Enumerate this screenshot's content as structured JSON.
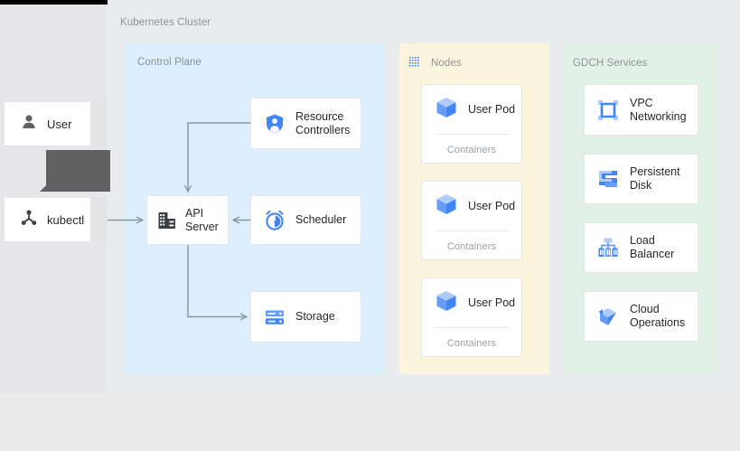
{
  "diagram": {
    "cluster_label": "Kubernetes Cluster",
    "panels": [
      {
        "key": "control",
        "title": "Control Plane",
        "color": "#dbeffc"
      },
      {
        "key": "nodes",
        "title": "Nodes",
        "color": "#fdf4dd",
        "icon": "node-grid-icon"
      },
      {
        "key": "gdch",
        "title": "GDCH Services",
        "color": "#e2f1e8"
      }
    ],
    "actors": [
      {
        "key": "user",
        "label": "User",
        "icon": "user-icon"
      },
      {
        "key": "kubectl",
        "label": "kubectl",
        "icon": "kubectl-icon"
      }
    ],
    "callout": {
      "color": "#616161"
    },
    "control_plane": {
      "api_server": {
        "label": "API\nServer",
        "icon": "api-server-icon"
      },
      "resource_controllers": {
        "label": "Resource\nControllers",
        "icon": "shield-user-icon"
      },
      "scheduler": {
        "label": "Scheduler",
        "icon": "clock-icon"
      },
      "storage": {
        "label": "Storage",
        "icon": "database-icon"
      }
    },
    "pods": [
      {
        "label": "User Pod",
        "footer": "Containers",
        "icon": "pod-cube-icon"
      },
      {
        "label": "User Pod",
        "footer": "Containers",
        "icon": "pod-cube-icon"
      },
      {
        "label": "User Pod",
        "footer": "Containers",
        "icon": "pod-cube-icon"
      }
    ],
    "gdch_services": [
      {
        "label": "VPC\nNetworking",
        "icon": "vpc-networking-icon"
      },
      {
        "label": "Persistent\nDisk",
        "icon": "persistent-disk-icon"
      },
      {
        "label": "Load\nBalancer",
        "icon": "load-balancer-icon"
      },
      {
        "label": "Cloud\nOperations",
        "icon": "cloud-operations-icon"
      }
    ],
    "connections": [
      {
        "from": "kubectl",
        "to": "api_server"
      },
      {
        "from": "resource_controllers",
        "to": "api_server"
      },
      {
        "from": "scheduler",
        "to": "api_server"
      },
      {
        "from": "api_server",
        "to": "storage"
      }
    ],
    "colors": {
      "accent_blue": "#4285f4",
      "icon_dark": "#3c4043",
      "arrow": "#8a9aa5",
      "panel_control": "#dbeffc",
      "panel_nodes": "#fdf4dd",
      "panel_gdch": "#e2f1e8"
    }
  }
}
